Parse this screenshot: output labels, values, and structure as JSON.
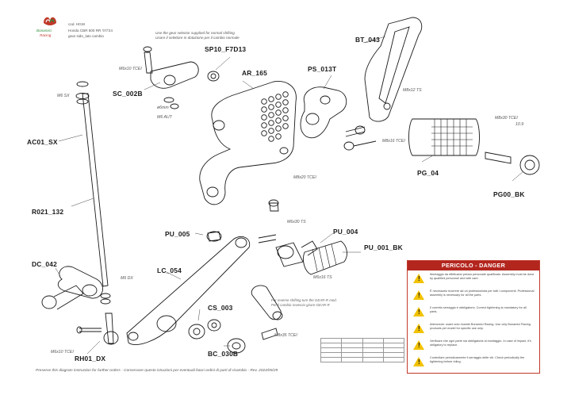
{
  "header": {
    "brand_line1": "Bonamici",
    "brand_line2": "Racing",
    "code": "cod. H018",
    "model": "Honda CBR 600 RR '07/'24",
    "side": "gear side_lato cambio",
    "note_line1": "Use the gear selector supplied for normal shifting",
    "note_line2": "Usare il selettore in dotazione per il cambio normale"
  },
  "part_labels": [
    "SP10_F7D13",
    "BT_043",
    "AR_165",
    "PS_013T",
    "SC_002B",
    "AC01_SX",
    "R021_132",
    "PG_04",
    "PG00_BK",
    "PU_005",
    "PU_004",
    "PU_001_BK",
    "DC_042",
    "LC_054",
    "CS_003",
    "BC_030B",
    "RH01_DX"
  ],
  "notes": [
    "M6x10 TCEI",
    "M6 SX",
    "ø6mm",
    "M6 AUT",
    "M8x12 TS",
    "M8x16 TCEI",
    "M8x30 TCEI",
    "10.9",
    "M8x20 TCEI",
    "M6x30 TS",
    "M6x16 TS",
    "M6 DX",
    "M6x10 TCEI",
    "M8x35 TCEI"
  ],
  "reverse_note": {
    "line1": "For reverse shifting turn the GEAR-R mod.",
    "line2": "Per il cambio rovescio girare GEAR-R"
  },
  "footer": "Preserve this diagram instruction for further orders - Conservare questo istruzioni per eventuali futuri ordini di parti di ricambio - Rev. 2024/05/29",
  "danger": {
    "title": "PERICOLO - DANGER",
    "rows": [
      "Montaggio da effettuarsi presso personale qualificato. Assembly must be done by qualified personnel and with care.",
      "È necessario ricorrere ad un professionista per tutti i componenti. Professional assembly is necessary for all the parts.",
      "Il corretto serraggio è obbligatorio. Correct tightening is mandatory for all parts.",
      "Attenzione: usare solo ricambi Bonamici Racing. Use only Bonamici Racing products per model for specific use only.",
      "Verificare che ogni parte sia obbligatoria al montaggio. In case of impact, it's obligatory to replace.",
      "Controllare periodicamente il serraggio delle viti. Check periodically the tightening before riding."
    ],
    "icon": "!"
  },
  "colors": {
    "line": "#1a1a1a",
    "danger_red": "#b3261e",
    "warning_yellow": "#f2c200",
    "logo_red": "#c0392b",
    "logo_green": "#2e8b3a"
  }
}
